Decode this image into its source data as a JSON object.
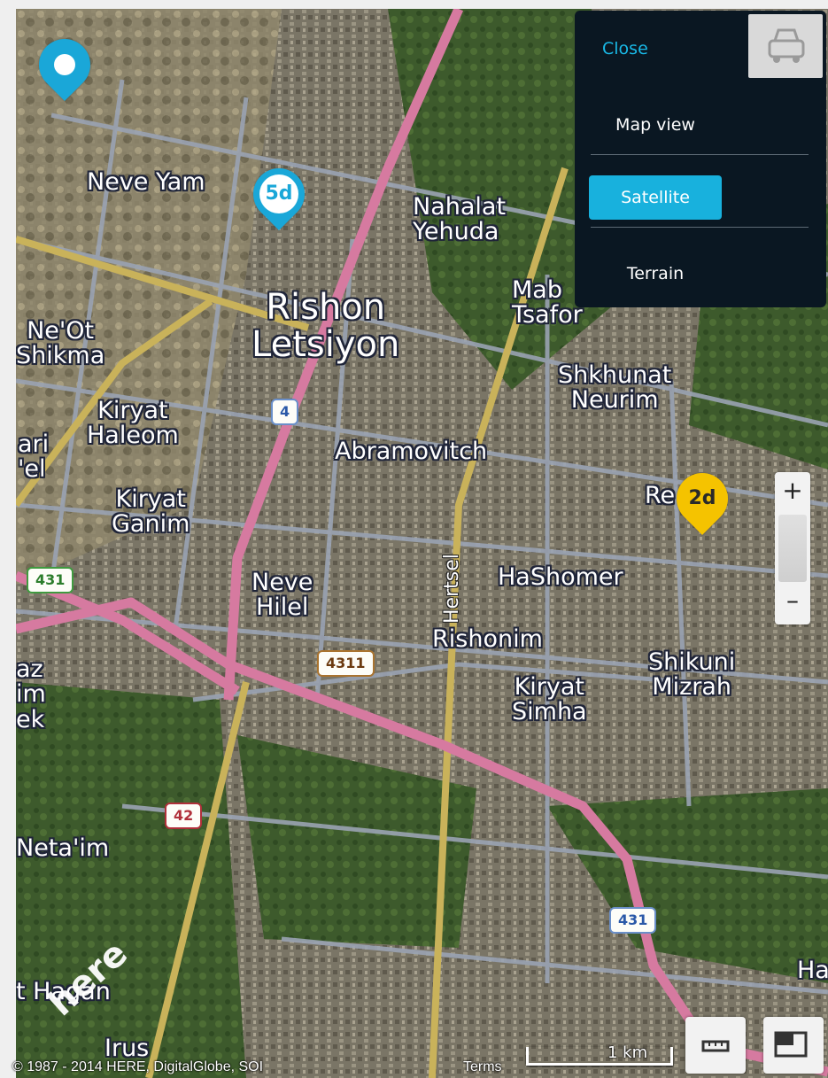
{
  "map": {
    "type": "satellite",
    "places": [
      {
        "id": "neve-yam",
        "name": "Neve Yam"
      },
      {
        "id": "nahalat-yehuda",
        "name": "Nahalat\nYehuda"
      },
      {
        "id": "rishon",
        "name": "Rishon\nLetsiyon"
      },
      {
        "id": "mabu",
        "name": "Mab\nTsafor"
      },
      {
        "id": "ne-ot-shikma",
        "name": "Ne'Ot\nShikma"
      },
      {
        "id": "shkhunat",
        "name": "Shkhunat\nNeurim"
      },
      {
        "id": "kiryat-haleom",
        "name": "Kiryat\nHaleom"
      },
      {
        "id": "abramovitch",
        "name": "Abramovitch"
      },
      {
        "id": "ari-el",
        "name": "ari\n'el"
      },
      {
        "id": "kiryat-ganim",
        "name": "Kiryat\nGanim"
      },
      {
        "id": "reim",
        "name": "Re   im"
      },
      {
        "id": "hashomer",
        "name": "HaShomer"
      },
      {
        "id": "neve-hilel",
        "name": "Neve\nHilel"
      },
      {
        "id": "rishonim",
        "name": "Rishonim"
      },
      {
        "id": "shikuni",
        "name": "Shikuni\nMizrah"
      },
      {
        "id": "kiryat-simha",
        "name": "Kiryat\nSimha"
      },
      {
        "id": "azimek",
        "name": "az\nim\nek"
      },
      {
        "id": "netaim",
        "name": "Neta'im"
      },
      {
        "id": "hagan",
        "name": "t Hagan"
      },
      {
        "id": "irus",
        "name": "Irus"
      },
      {
        "id": "ha-edge",
        "name": "Ha"
      }
    ],
    "street": "Hertsel",
    "shields": [
      {
        "id": "r4",
        "label": "4"
      },
      {
        "id": "r431a",
        "label": "431"
      },
      {
        "id": "r4311",
        "label": "4311"
      },
      {
        "id": "r42",
        "label": "42"
      },
      {
        "id": "r431b",
        "label": "431"
      }
    ],
    "markers": [
      {
        "id": "marker-5d",
        "label": "5d",
        "color": "#1aa7d8"
      },
      {
        "id": "marker-2d",
        "label": "2d",
        "color": "#f5c300"
      },
      {
        "id": "marker-location",
        "label": "",
        "color": "#1aa7d8"
      }
    ]
  },
  "layers_panel": {
    "close_label": "Close",
    "options": [
      "Map view",
      "Satellite",
      "Terrain"
    ],
    "active": "Satellite"
  },
  "zoom": {
    "in": "+",
    "out": "–"
  },
  "footer": {
    "copyright": "© 1987 - 2014 HERE, DigitalGlobe, SOI",
    "terms": "Terms",
    "scale": "1 km"
  },
  "logo": "here",
  "colors": {
    "accent": "#18b1dd",
    "panel": "#0a1722",
    "highway": "#d67aa0",
    "main_road": "#c9b25a",
    "marker_blue": "#1aa7d8",
    "marker_yellow": "#f5c300"
  }
}
